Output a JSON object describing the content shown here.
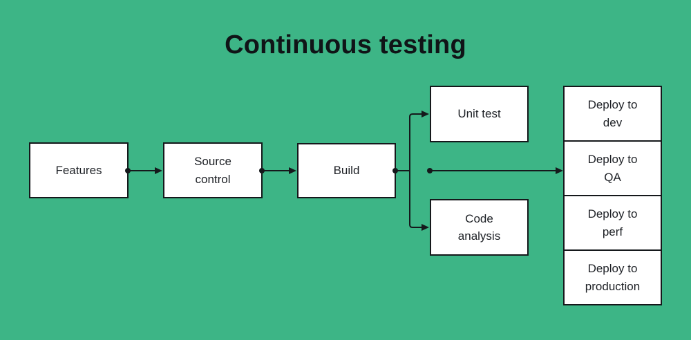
{
  "title": "Continuous testing",
  "colors": {
    "background": "#3DB586",
    "node_fill": "#FFFFFF",
    "node_border": "#15181B",
    "connector": "#15181B",
    "title_text": "#101417",
    "node_text": "#1D2025"
  },
  "nodes": {
    "features": {
      "label": "Features"
    },
    "source_control": {
      "label": "Source control"
    },
    "build": {
      "label": "Build"
    },
    "unit_test": {
      "label": "Unit test"
    },
    "code_analysis": {
      "label": "Code analysis"
    },
    "deploy_dev": {
      "label": "Deploy to dev"
    },
    "deploy_qa": {
      "label": "Deploy to QA"
    },
    "deploy_perf": {
      "label": "Deploy to perf"
    },
    "deploy_production": {
      "label": "Deploy to production"
    }
  },
  "edges": [
    {
      "from": "Features",
      "to": "Source control"
    },
    {
      "from": "Source control",
      "to": "Build"
    },
    {
      "from": "Build",
      "to": "Unit test"
    },
    {
      "from": "Build",
      "to": "Code analysis"
    },
    {
      "from": "Build",
      "to": "Deploy to QA"
    }
  ]
}
